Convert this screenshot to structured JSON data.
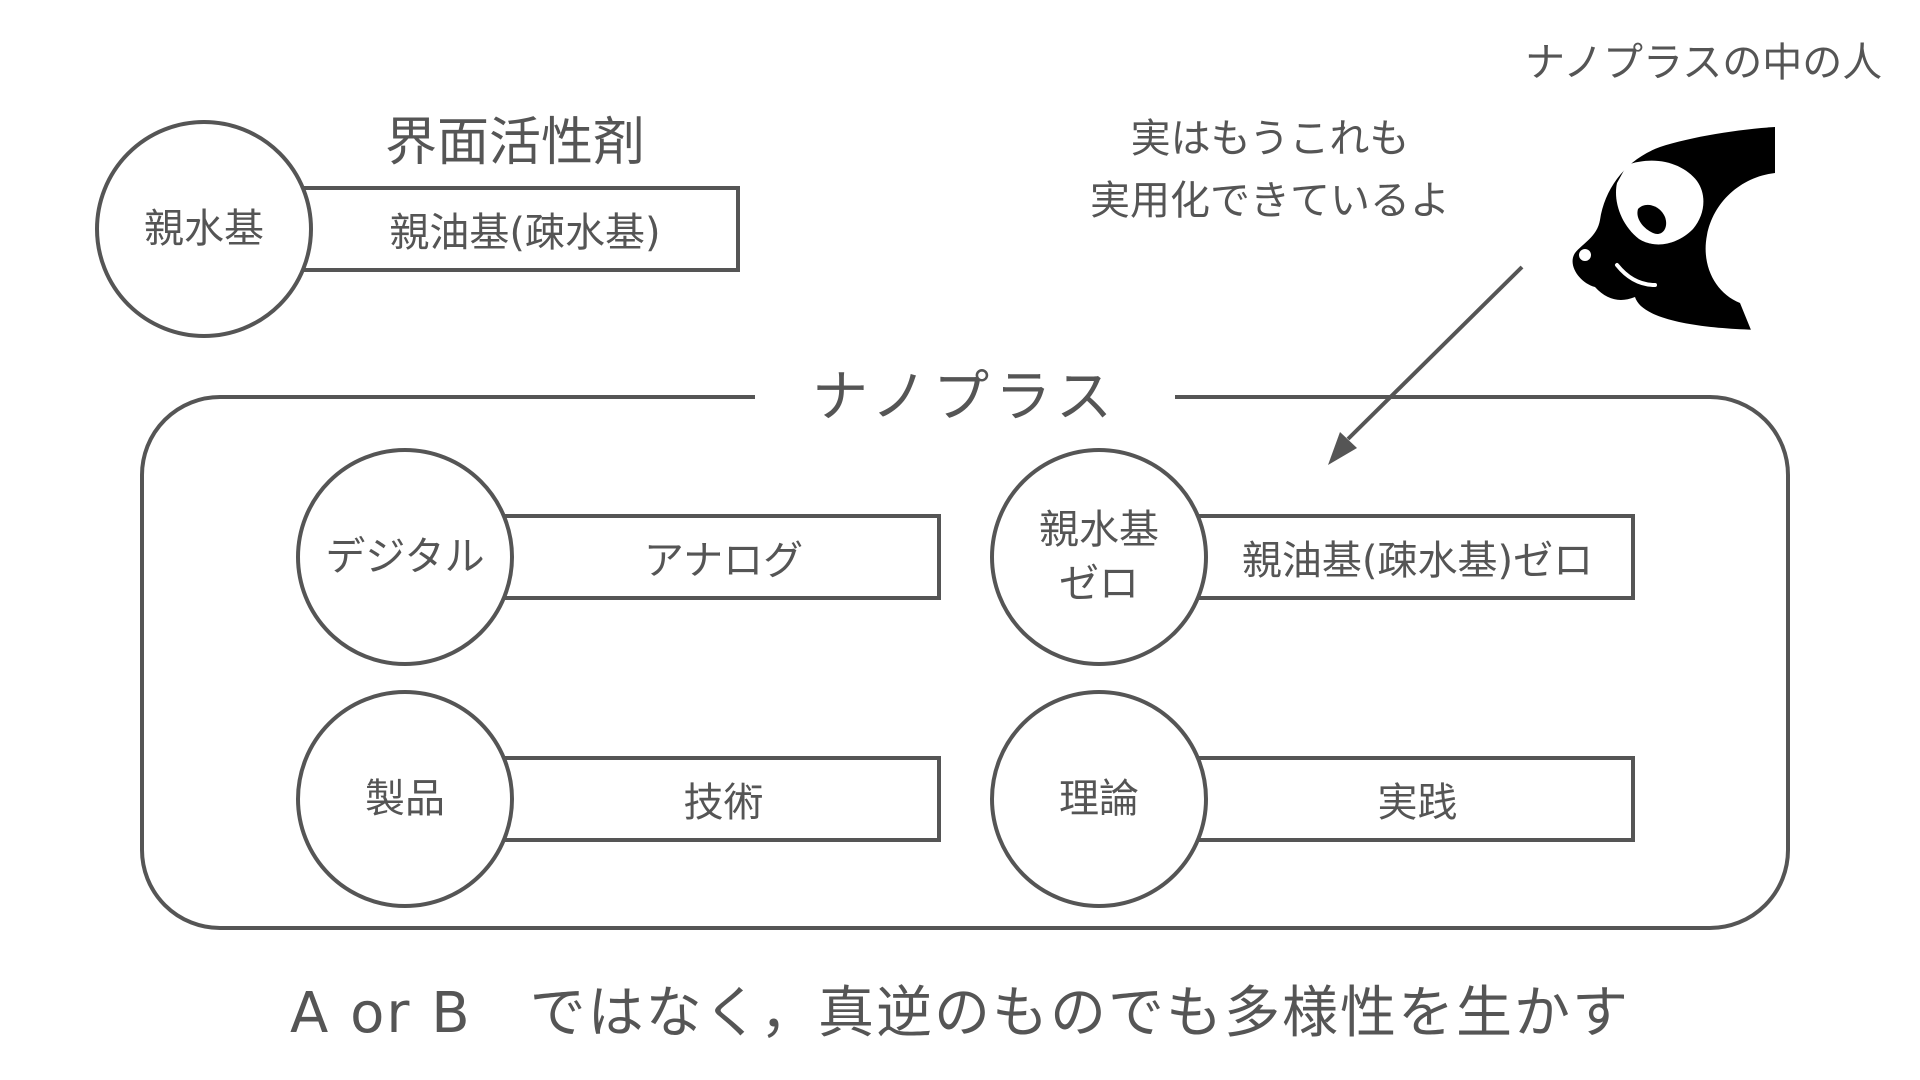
{
  "surfactant": {
    "title": "界面活性剤",
    "head": "親水基",
    "tail": "親油基(疎水基)"
  },
  "mascot": {
    "caption": "ナノプラスの中の人",
    "speech": [
      "実はもうこれも",
      "実用化できているよ"
    ]
  },
  "nanoplus": {
    "title": "ナノプラス",
    "pairs": [
      {
        "head": "デジタル",
        "tail": "アナログ"
      },
      {
        "head_lines": [
          "親水基",
          "ゼロ"
        ],
        "tail": "親油基(疎水基)ゼロ"
      },
      {
        "head": "製品",
        "tail": "技術"
      },
      {
        "head": "理論",
        "tail": "実践"
      }
    ]
  },
  "footer": "A or B　ではなく，真逆のものでも多様性を生かす",
  "colors": {
    "line": "#555555",
    "text": "#555555",
    "panda": "#000000"
  }
}
